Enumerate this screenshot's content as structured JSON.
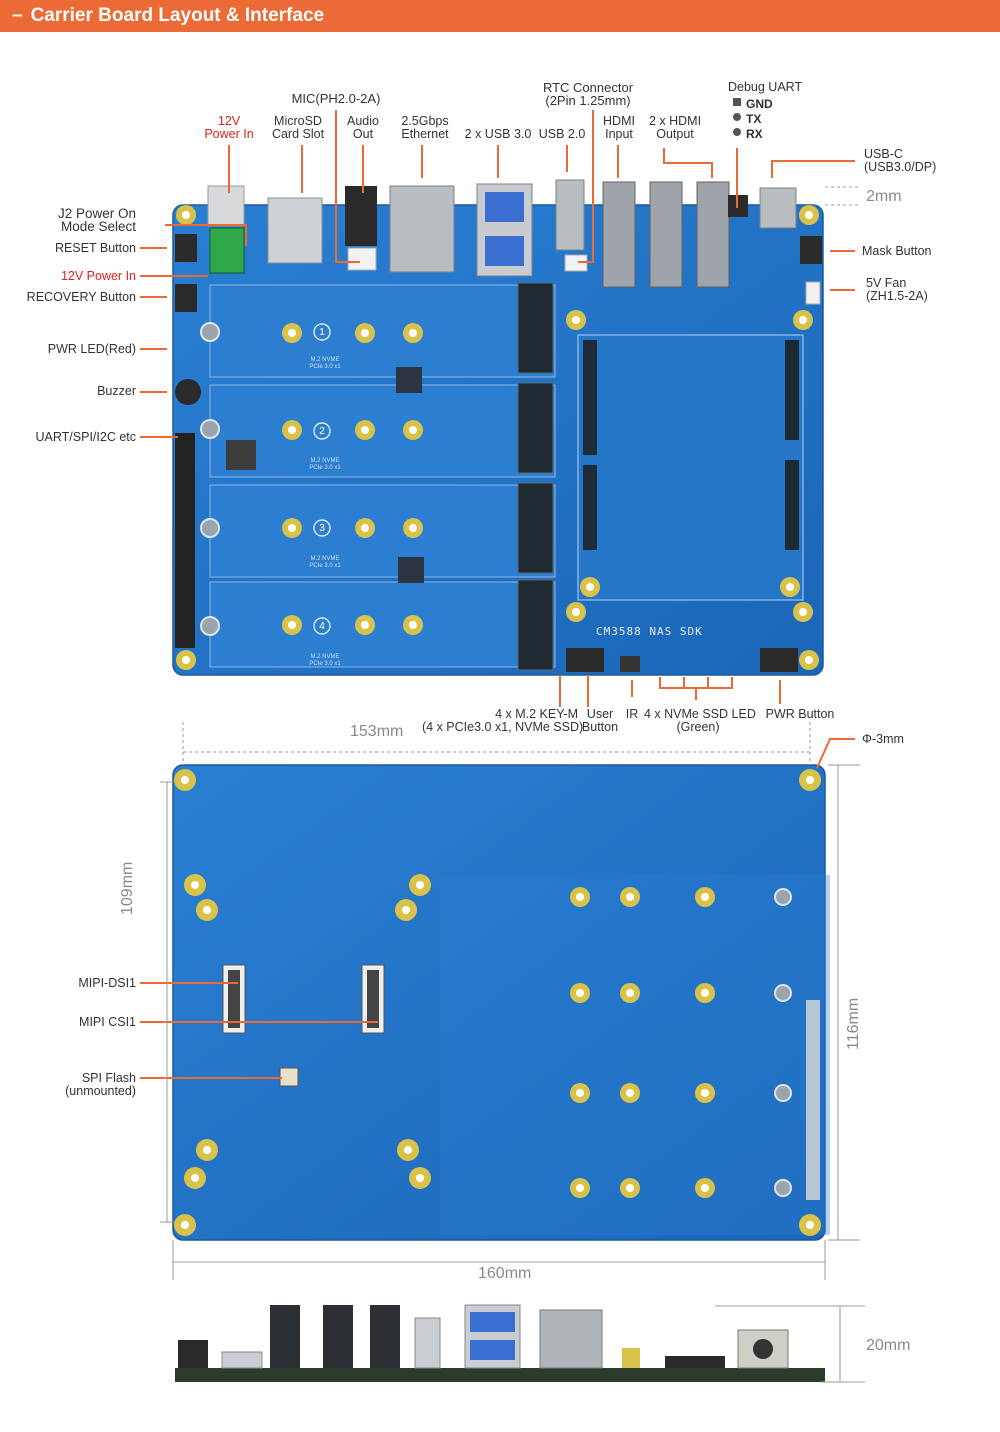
{
  "header": {
    "title": "Carrier Board Layout & Interface"
  },
  "top_labels": {
    "power_in_12v": [
      "12V",
      "Power In"
    ],
    "microsd": [
      "MicroSD",
      "Card Slot"
    ],
    "mic": "MIC(PH2.0-2A)",
    "audio_out": [
      "Audio",
      "Out"
    ],
    "ethernet": [
      "2.5Gbps",
      "Ethernet"
    ],
    "usb30": "2 x USB 3.0",
    "usb20": "USB 2.0",
    "rtc": [
      "RTC Connector",
      "(2Pin 1.25mm)"
    ],
    "hdmi_in": [
      "HDMI",
      "Input"
    ],
    "hdmi_out": [
      "2 x HDMI",
      "Output"
    ],
    "debug_uart": "Debug UART",
    "debug_pins": [
      "GND",
      "TX",
      "RX"
    ],
    "usbc": [
      "USB-C",
      "(USB3.0/DP)"
    ]
  },
  "left_labels": {
    "j2": [
      "J2 Power On",
      "Mode Select"
    ],
    "reset": "RESET Button",
    "power_12v_red": "12V Power In",
    "recovery": "RECOVERY Button",
    "pwr_led": "PWR LED(Red)",
    "buzzer": "Buzzer",
    "uart": "UART/SPI/I2C etc"
  },
  "right_labels": {
    "mask": "Mask Button",
    "fan": [
      "5V Fan",
      "(ZH1.5-2A)"
    ],
    "phi": "Φ-3mm"
  },
  "bottom_labels": {
    "m2": [
      "4 x M.2 KEY-M",
      "(4 x PCIe3.0 x1, NVMe SSD)"
    ],
    "user": [
      "User",
      "Button"
    ],
    "ir": "IR",
    "ssd_led": [
      "4 x NVMe SSD LED",
      "(Green)"
    ],
    "pwr_btn": "PWR Button"
  },
  "board_text": {
    "sdk": "CM3588 NAS SDK",
    "slot_numbers": [
      "1",
      "2",
      "3",
      "4"
    ],
    "m2_caption": [
      "M.2 NVME",
      "PCIe 3.0 x1"
    ]
  },
  "bottom_side_labels": {
    "dsi": "MIPI-DSI1",
    "csi": "MIPI CSI1",
    "spi": [
      "SPI Flash",
      "(unmounted)"
    ]
  },
  "dimensions": {
    "d2mm": "2mm",
    "d153": "153mm",
    "d109": "109mm",
    "d116": "116mm",
    "d160": "160mm",
    "d20": "20mm"
  },
  "colors": {
    "accent": "#ec6a35",
    "board": "#1d6fc4",
    "board_dark": "#165aa3",
    "gold": "#d8c24a",
    "red_label": "#e12020"
  }
}
